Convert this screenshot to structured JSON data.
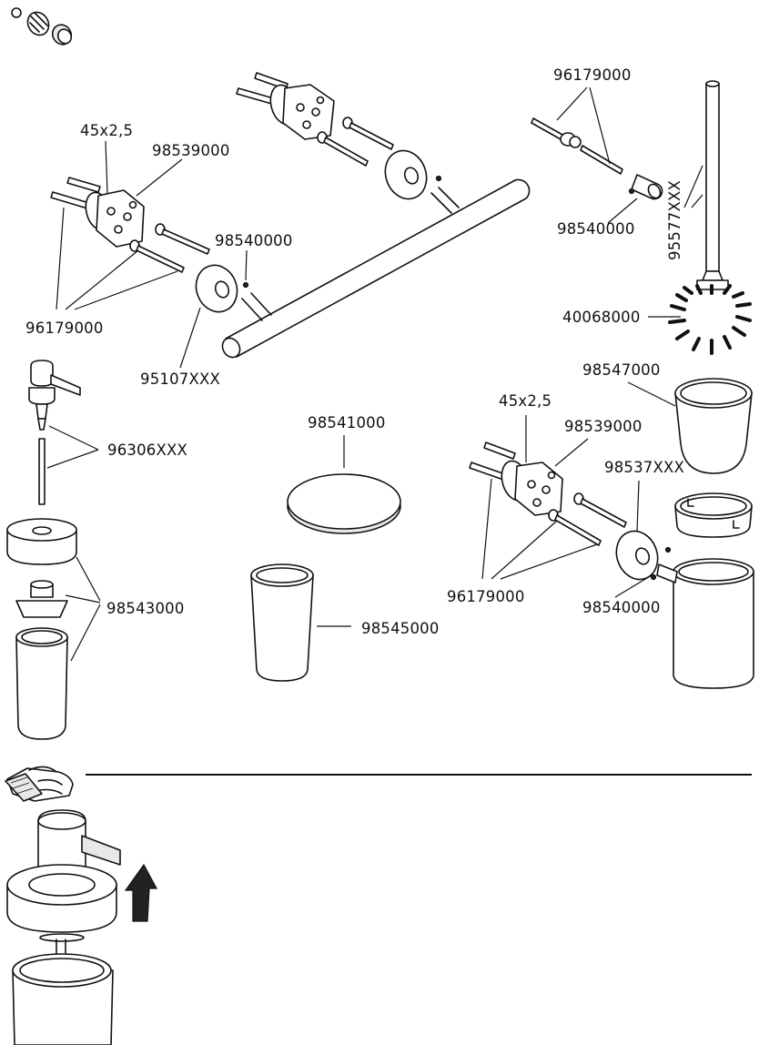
{
  "labels": {
    "l_45x25_a": "45x2,5",
    "l_98539000_a": "98539000",
    "l_98540000_a": "98540000",
    "l_96179000_a": "96179000",
    "l_95107xxx": "95107XXX",
    "l_96179000_b": "96179000",
    "l_98540000_b": "98540000",
    "l_95577xxx": "95577XXX",
    "l_40068000": "40068000",
    "l_98547000": "98547000",
    "l_96306xxx": "96306XXX",
    "l_98541000": "98541000",
    "l_45x25_b": "45x2,5",
    "l_98539000_b": "98539000",
    "l_98537xxx": "98537XXX",
    "l_98543000": "98543000",
    "l_96179000_c": "96179000",
    "l_98540000_c": "98540000",
    "l_98545000": "98545000"
  },
  "icons": {
    "top_left_parts": "mounting-clip-and-cap-icon",
    "cleaning_hand": "hand-with-cloth-icon",
    "up_arrow": "arrow-up-icon"
  }
}
